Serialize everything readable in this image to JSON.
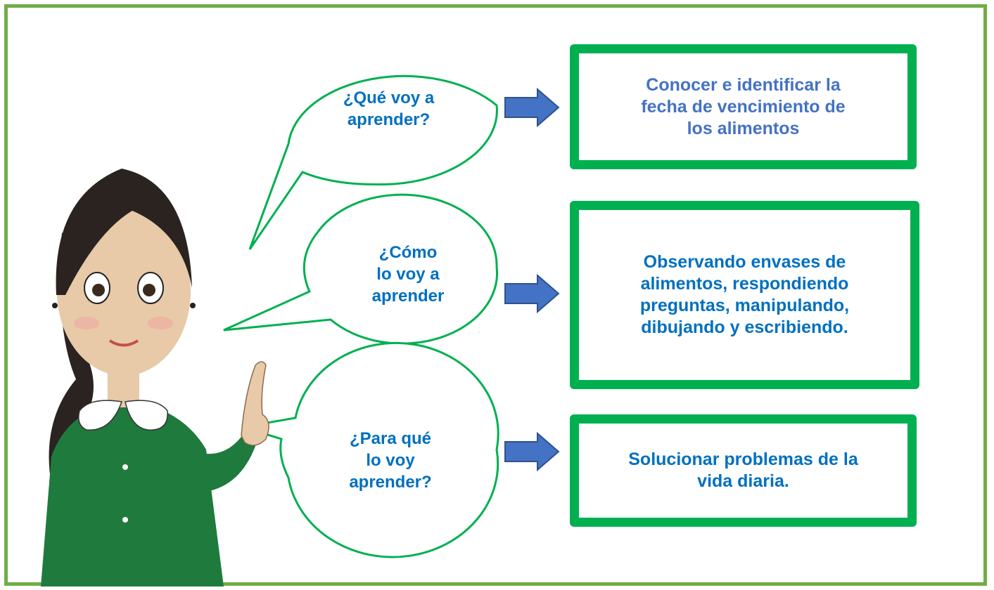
{
  "colors": {
    "frame": "#70ad47",
    "bubble_stroke": "#00b050",
    "box_border": "#00b050",
    "arrow_fill": "#4472c4",
    "arrow_stroke": "#2f528f",
    "question_text": "#0070c0",
    "answer_text_1": "#4472c4",
    "answer_text_2": "#0070c0",
    "dress": "#1f7a3d",
    "hair": "#2a2320",
    "skin": "#e8c9a8"
  },
  "questions": [
    {
      "text": "¿Qué voy a\naprender?"
    },
    {
      "text": "¿Cómo\nlo voy a\naprender"
    },
    {
      "text": "¿Para qué\nlo voy\naprender?"
    }
  ],
  "answers": [
    {
      "text": "Conocer e identificar la\nfecha de vencimiento de\nlos alimentos"
    },
    {
      "text": "Observando envases de\nalimentos, respondiendo\npreguntas, manipulando,\ndibujando y escribiendo."
    },
    {
      "text": "Solucionar problemas de la\nvida diaria."
    }
  ],
  "icons": {
    "arrows": [
      "right-arrow-icon",
      "right-arrow-icon",
      "right-arrow-icon"
    ],
    "illustration": "teacher-illustration"
  }
}
